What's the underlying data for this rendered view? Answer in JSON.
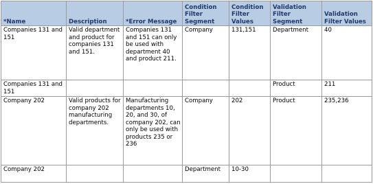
{
  "columns": [
    "*Name",
    "Description",
    "*Error Message",
    "Condition Filter Segment",
    "Condition Filter Values",
    "Validation Filter Segment",
    "Validation Filter Values"
  ],
  "rows": [
    {
      "name": "Companies 131 and 151",
      "description": "Valid department and product for companies 131 and 151.",
      "error_message": "Companies 131 and 151 can only be used with department 40 and product 211.",
      "condition_segment": "Company",
      "condition_values": "131,151",
      "validation_segment": "Department",
      "validation_values": "40"
    },
    {
      "name": "Companies 131 and 151",
      "description": "",
      "error_message": "",
      "condition_segment": "",
      "condition_values": "",
      "validation_segment": "Product",
      "validation_values": "211"
    },
    {
      "name": "Company 202",
      "description": "Valid products for company 202 manufacturing departments.",
      "error_message": "Manufacturing departments 10, 20, and 30, of company 202, can only be used with products 235 or 236",
      "condition_segment": "Company",
      "condition_values": "202",
      "validation_segment": "Product",
      "validation_values": "235,236"
    },
    {
      "name": "Company 202",
      "description": "",
      "error_message": "",
      "condition_segment": "Department",
      "condition_values": "10-30",
      "validation_segment": "",
      "validation_values": ""
    }
  ]
}
